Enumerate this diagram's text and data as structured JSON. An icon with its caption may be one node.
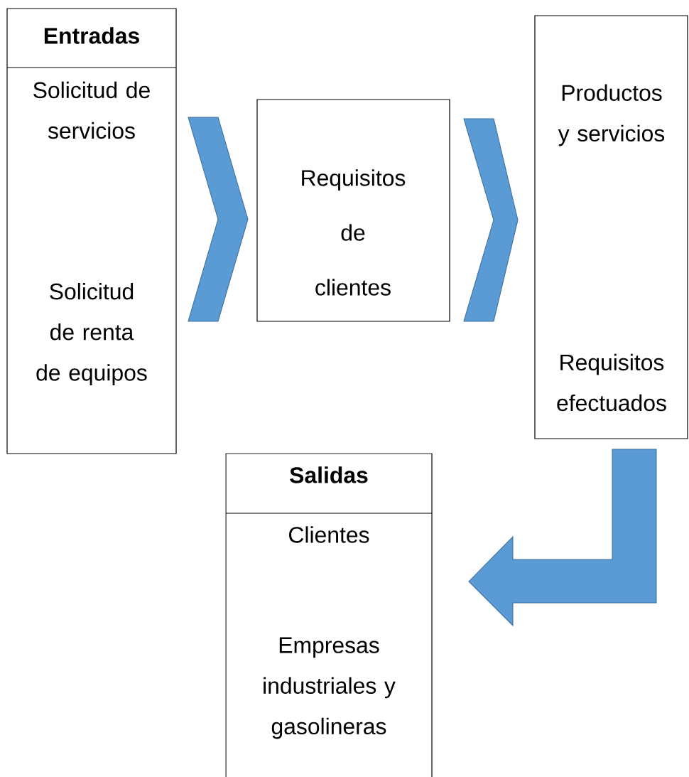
{
  "diagram": {
    "nodes": [
      {
        "text": [
          "Entradas",
          "Solicitud de servicios",
          "Solicitud de renta de equipos"
        ]
      },
      {
        "text": [
          "Requisitos de clientes"
        ]
      },
      {
        "text": [
          "Productos y servicios",
          "Requisitos efectuados"
        ]
      },
      {
        "text": [
          "Salidas",
          "Clientes",
          "Empresas industriales y gasolineras"
        ]
      }
    ],
    "edges": [
      {
        "from": 0,
        "to": 1,
        "arrow": "to"
      },
      {
        "from": 1,
        "to": 2,
        "arrow": "to"
      },
      {
        "from": 2,
        "to": 3,
        "arrow": "to"
      }
    ]
  }
}
